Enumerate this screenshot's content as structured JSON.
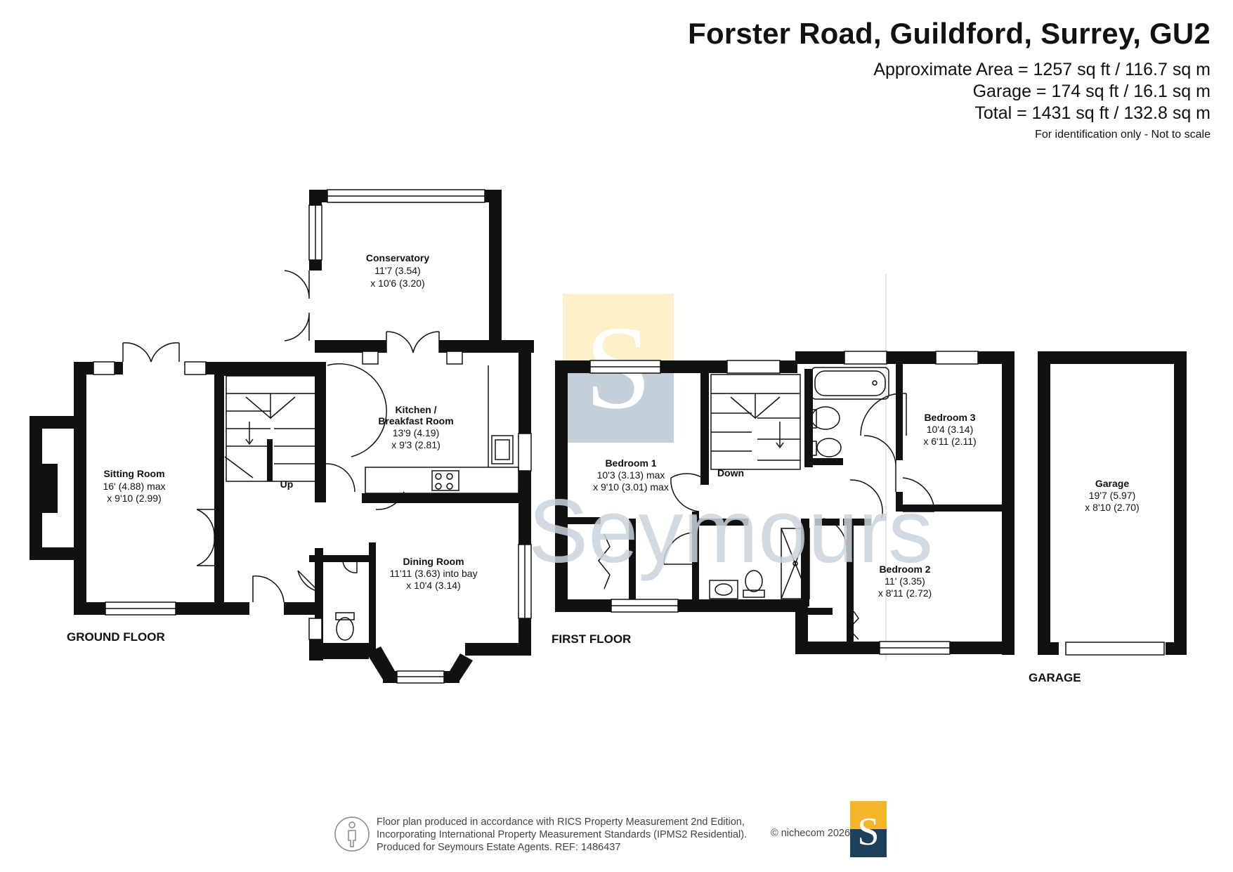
{
  "header": {
    "title": "Forster Road, Guildford, Surrey, GU2",
    "area_line": "Approximate Area = 1257 sq ft / 116.7 sq m",
    "garage_line": "Garage = 174 sq ft / 16.1 sq m",
    "total_line": "Total = 1431 sq ft / 132.8 sq m",
    "disclaimer": "For identification only - Not to scale"
  },
  "rooms": {
    "conservatory": {
      "name": "Conservatory",
      "dim1": "11'7 (3.54)",
      "dim2": "x 10'6 (3.20)"
    },
    "kitchen": {
      "name1": "Kitchen /",
      "name2": "Breakfast Room",
      "dim1": "13'9 (4.19)",
      "dim2": "x 9'3 (2.81)"
    },
    "sitting": {
      "name": "Sitting Room",
      "dim1": "16' (4.88) max",
      "dim2": "x 9'10 (2.99)"
    },
    "dining": {
      "name": "Dining Room",
      "dim1": "11'11 (3.63) into bay",
      "dim2": "x 10'4 (3.14)"
    },
    "bedroom1": {
      "name": "Bedroom 1",
      "dim1": "10'3 (3.13) max",
      "dim2": "x 9'10 (3.01) max"
    },
    "bedroom2": {
      "name": "Bedroom 2",
      "dim1": "11' (3.35)",
      "dim2": "x 8'11 (2.72)"
    },
    "bedroom3": {
      "name": "Bedroom 3",
      "dim1": "10'4 (3.14)",
      "dim2": "x 6'11 (2.11)"
    },
    "garage": {
      "name": "Garage",
      "dim1": "19'7 (5.97)",
      "dim2": "x 8'10 (2.70)"
    }
  },
  "stairs": {
    "up": "Up",
    "down": "Down"
  },
  "floors": {
    "ground": "GROUND FLOOR",
    "first": "FIRST FLOOR",
    "garage": "GARAGE"
  },
  "watermark": {
    "text": "Seymours",
    "logo_letter": "S"
  },
  "footer": {
    "line1": "Floor plan produced in accordance with RICS Property Measurement 2nd Edition,",
    "line2": "Incorporating International Property Measurement Standards (IPMS2 Residential).",
    "line3": "Produced for Seymours Estate Agents.   REF: 1486437",
    "copyright": "© nichecom 2026."
  },
  "colors": {
    "wall": "#111111",
    "watermark_text": "#c9d4dc",
    "watermark_logo_top": "#fdf0c8",
    "watermark_logo_bottom": "#c4d0d9",
    "logo_top": "#f3b52a",
    "logo_bottom": "#1c3f5a"
  }
}
